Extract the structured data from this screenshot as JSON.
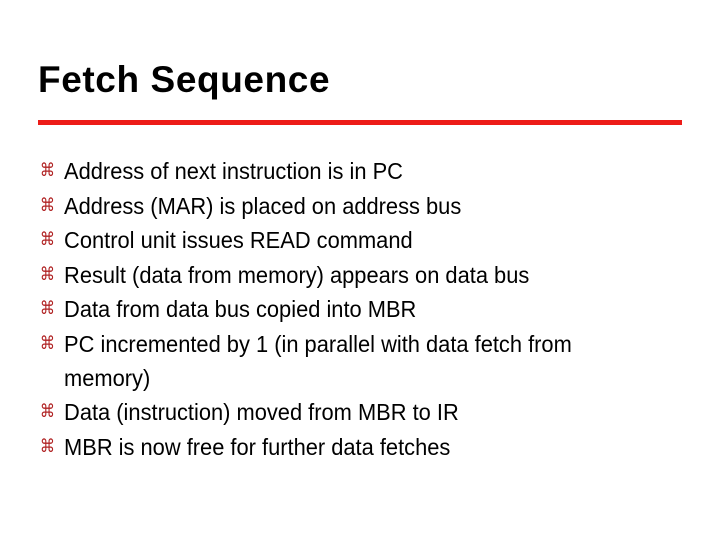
{
  "slide": {
    "title": "Fetch Sequence",
    "background_color": "#FFFFFF",
    "title_color": "#000000",
    "rule_color": "#ED1C18",
    "bullet_color": "#B02223",
    "text_color": "#000000",
    "bullet_glyph": "⌘",
    "bullet_icon_name": "place-of-interest-icon",
    "bullets": [
      {
        "text": "Address of next instruction is in PC"
      },
      {
        "text": "Address (MAR) is placed on address bus"
      },
      {
        "text": "Control unit issues READ command"
      },
      {
        "text": "Result (data from memory) appears on data bus"
      },
      {
        "text": "Data from data bus copied into MBR"
      },
      {
        "text": "PC incremented by 1 (in parallel with data fetch from memory)"
      },
      {
        "text": "Data (instruction) moved from MBR to IR"
      },
      {
        "text": "MBR is now free for further data fetches"
      }
    ]
  }
}
